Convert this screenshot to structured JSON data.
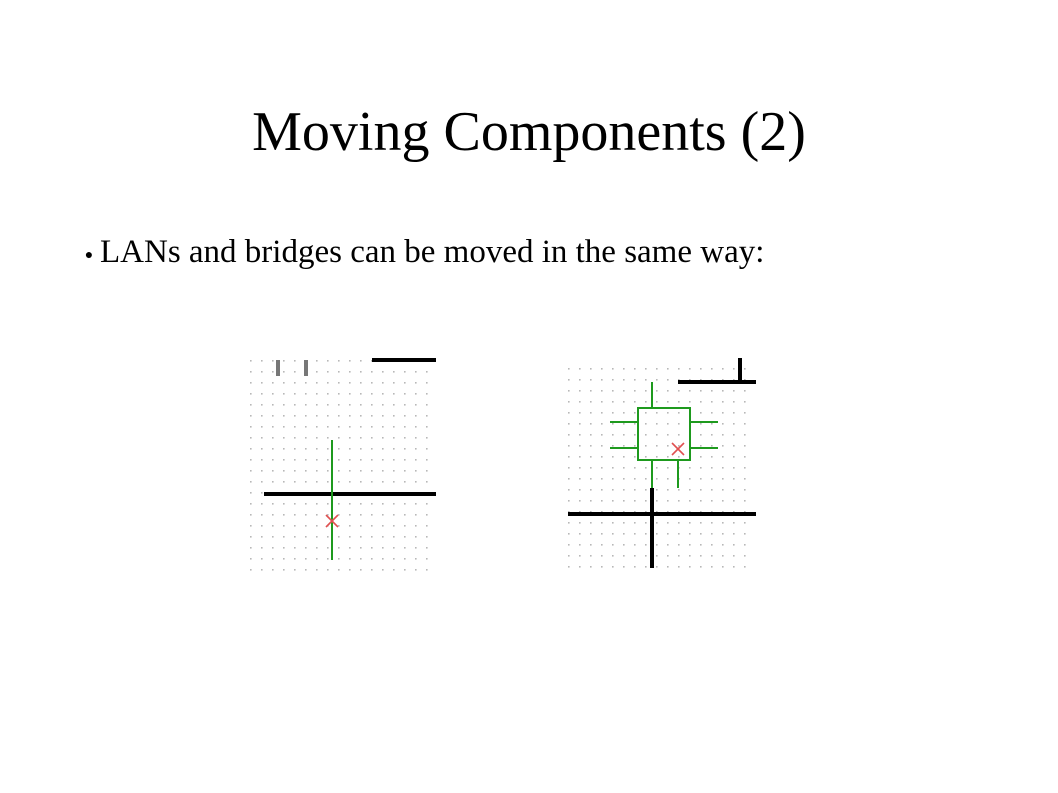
{
  "slide": {
    "title": "Moving Components (2)",
    "bullets": [
      {
        "marker": "●",
        "text": "LANs and bridges can be moved in the same way:"
      }
    ]
  },
  "figures": [
    {
      "name": "lan-move-figure",
      "grid": true,
      "lan_color": "#000000",
      "moving_component_color": "#1e9a1e",
      "cursor_marker_color": "#e05050",
      "grid_dot_color": "#b8b8b8"
    },
    {
      "name": "bridge-move-figure",
      "grid": true,
      "lan_color": "#000000",
      "moving_component_color": "#1e9a1e",
      "cursor_marker_color": "#e05050",
      "grid_dot_color": "#b8b8b8"
    }
  ]
}
